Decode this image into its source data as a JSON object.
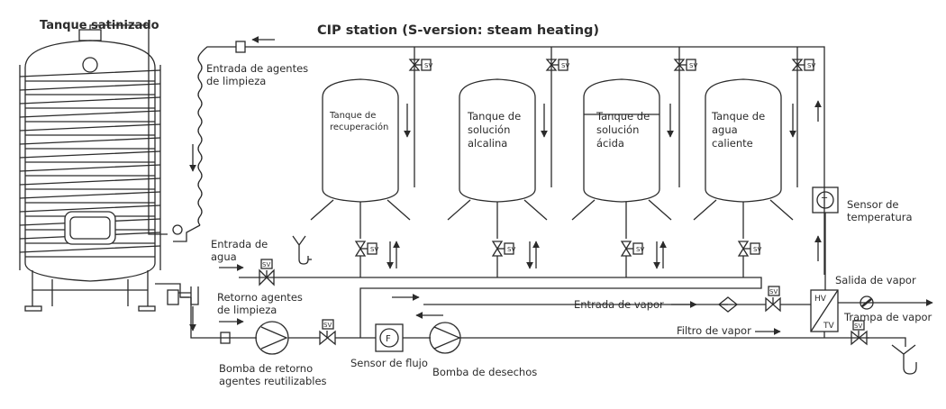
{
  "title": "CIP station (S-version: steam heating)",
  "tank_main": "Tanque satinizado",
  "labels": {
    "entrada_agentes": [
      "Entrada de agentes",
      "de limpieza"
    ],
    "entrada_agua": [
      "Entrada de",
      "agua"
    ],
    "retorno_agentes": [
      "Retorno agentes",
      "de limpieza"
    ],
    "bomba_retorno": [
      "Bomba de retorno",
      "agentes reutilizables"
    ],
    "sensor_flujo": "Sensor de flujo",
    "bomba_desechos": "Bomba de desechos",
    "entrada_vapor": "Entrada de vapor",
    "filtro_vapor": "Filtro de vapor",
    "salida_vapor": "Salida de vapor",
    "trampa_vapor": "Trampa de vapor",
    "sensor_temp": [
      "Sensor de",
      "temperatura"
    ]
  },
  "tanks": [
    {
      "lines": [
        "Tanque de",
        "recuperación"
      ]
    },
    {
      "lines": [
        "Tanque de",
        "solución",
        "alcalina"
      ]
    },
    {
      "lines": [
        "Tanque de",
        "solución",
        "ácida"
      ]
    },
    {
      "lines": [
        "Tanque de",
        "agua",
        "caliente"
      ]
    }
  ],
  "symbols": {
    "sv": "SV",
    "flow": "F",
    "temp": "T",
    "hv": "HV",
    "tv": "TV"
  }
}
